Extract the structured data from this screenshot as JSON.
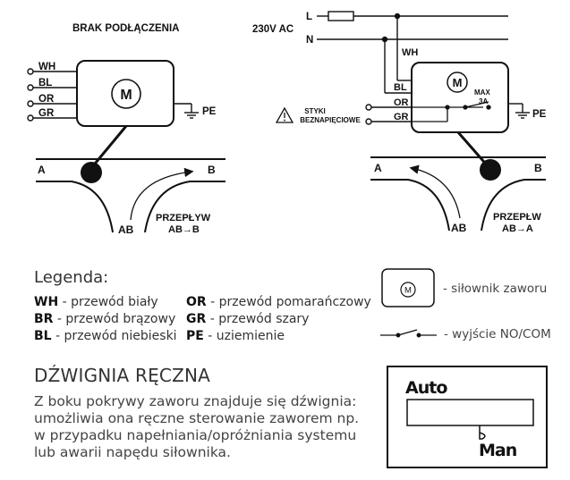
{
  "left_diagram": {
    "title": "BRAK PODŁĄCZENIA",
    "wires": [
      "WH",
      "BL",
      "OR",
      "GR"
    ],
    "motor_symbol": "M",
    "pe_label": "PE",
    "port_a": "A",
    "port_b": "B",
    "port_ab": "AB",
    "flow_label": "PRZEPŁYW",
    "flow_value": "AB→B"
  },
  "right_diagram": {
    "line_l": "L",
    "line_n": "N",
    "voltage": "230V AC",
    "wire_wh": "WH",
    "wire_bl": "BL",
    "wire_or": "OR",
    "wire_gr": "GR",
    "motor_symbol": "M",
    "max_label": "MAX",
    "max_value": "3A",
    "pe_label": "PE",
    "warning_line1": "STYKI",
    "warning_line2": "BEZNAPIĘCIOWE",
    "port_a": "A",
    "port_b": "B",
    "port_ab": "AB",
    "flow_label": "PRZEPŁW",
    "flow_value": "AB→A"
  },
  "legend": {
    "title": "Legenda:",
    "items_left": [
      {
        "code": "WH",
        "text": " - przewód biały"
      },
      {
        "code": "BR",
        "text": " - przewód brązowy"
      },
      {
        "code": "BL",
        "text": " - przewód niebieski"
      }
    ],
    "items_right": [
      {
        "code": "OR",
        "text": " - przewód pomarańczowy"
      },
      {
        "code": "GR",
        "text": " - przewód szary"
      },
      {
        "code": "PE",
        "text": " - uziemienie"
      }
    ],
    "actuator_symbol": "M",
    "actuator_label": "- siłownik zaworu",
    "contact_label": "- wyjście NO/COM"
  },
  "manual_lever": {
    "title": "DŹWIGNIA RĘCZNA",
    "description": "Z boku pokrywy zaworu znajduje się dźwignia: umożliwia ona ręczne sterowanie zaworem np. w przypadku napełniania/opróżniania systemu lub awarii napędu siłownika.",
    "auto_label": "Auto",
    "man_label": "Man"
  }
}
